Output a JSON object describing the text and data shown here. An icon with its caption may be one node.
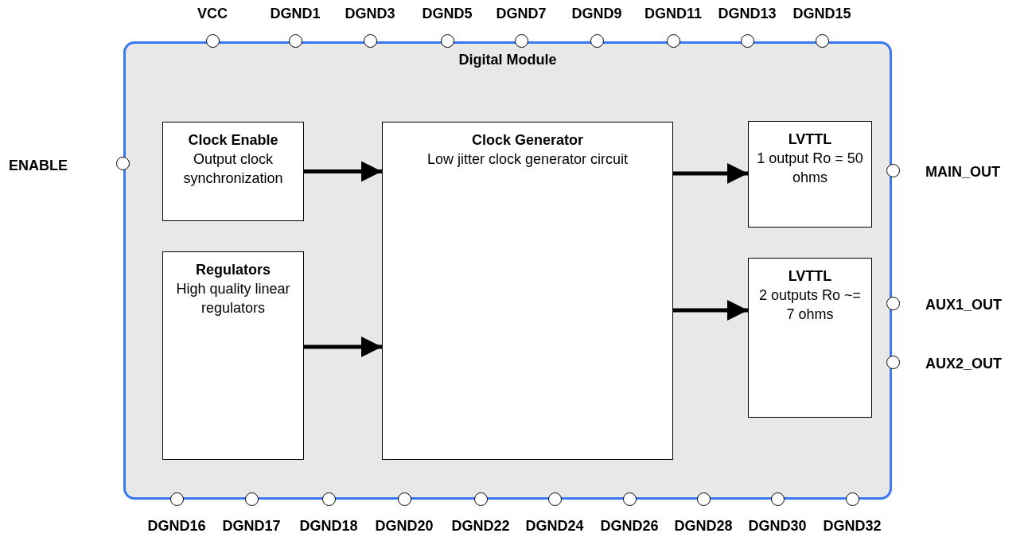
{
  "diagram": {
    "nodes": [
      {
        "text": [
          "Digital Module"
        ]
      },
      {
        "text": [
          "Clock Enable",
          "Output clock synchronization"
        ],
        "in": 0
      },
      {
        "text": [
          "Regulators",
          "High quality linear regulators"
        ],
        "in": 0
      },
      {
        "text": [
          "Clock Generator",
          "Low jitter clock generator circuit"
        ],
        "in": 0
      },
      {
        "text": [
          "LVTTL",
          "1 output Ro = 50 ohms"
        ],
        "in": 0
      },
      {
        "text": [
          "LVTTL",
          "2 outputs Ro ~= 7 ohms"
        ],
        "in": 0
      },
      {
        "text": [
          "VCC"
        ]
      },
      {
        "text": [
          "DGND1"
        ]
      },
      {
        "text": [
          "DGND3"
        ]
      },
      {
        "text": [
          "DGND5"
        ]
      },
      {
        "text": [
          "DGND7"
        ]
      },
      {
        "text": [
          "DGND9"
        ]
      },
      {
        "text": [
          "DGND11"
        ]
      },
      {
        "text": [
          "DGND13"
        ]
      },
      {
        "text": [
          "DGND15"
        ]
      },
      {
        "text": [
          "ENABLE"
        ]
      },
      {
        "text": [
          "MAIN_OUT"
        ]
      },
      {
        "text": [
          "AUX1_OUT"
        ]
      },
      {
        "text": [
          "AUX2_OUT"
        ]
      },
      {
        "text": [
          "DGND16"
        ]
      },
      {
        "text": [
          "DGND17"
        ]
      },
      {
        "text": [
          "DGND18"
        ]
      },
      {
        "text": [
          "DGND20"
        ]
      },
      {
        "text": [
          "DGND22"
        ]
      },
      {
        "text": [
          "DGND24"
        ]
      },
      {
        "text": [
          "DGND26"
        ]
      },
      {
        "text": [
          "DGND28"
        ]
      },
      {
        "text": [
          "DGND30"
        ]
      },
      {
        "text": [
          "DGND32"
        ]
      }
    ],
    "edges": [
      {
        "from": 1,
        "to": 3,
        "arrow": "to"
      },
      {
        "from": 2,
        "to": 3,
        "arrow": "to"
      },
      {
        "from": 3,
        "to": 4,
        "arrow": "to"
      },
      {
        "from": 3,
        "to": 5,
        "arrow": "to"
      }
    ]
  }
}
